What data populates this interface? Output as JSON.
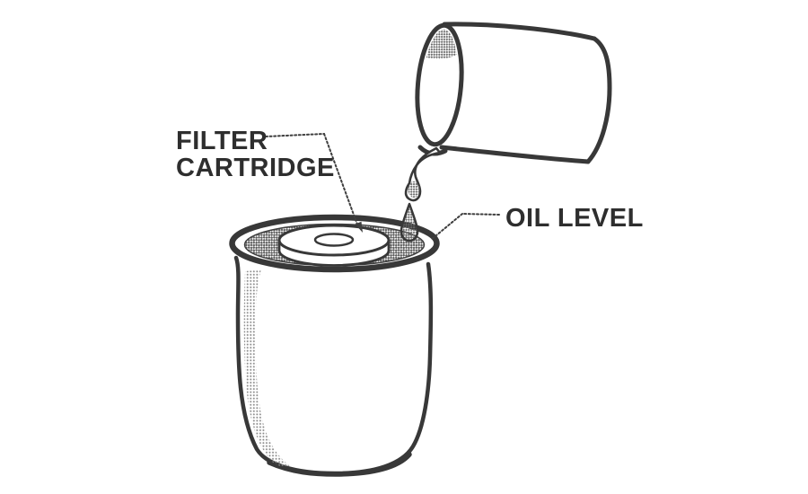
{
  "figure": {
    "type": "technical-line-illustration",
    "subject": "pre-filling an oil filter cartridge with oil before installation",
    "labels": {
      "filter_cartridge_line1": "FILTER",
      "filter_cartridge_line2": "CARTRIDGE",
      "oil_level": "OIL LEVEL"
    },
    "colors": {
      "background": "#ffffff",
      "ink": "#383838",
      "label_text": "#2e2e2e",
      "halftone_dark": "#595959",
      "halftone_medium": "#6a6a6a",
      "halftone_light": "#8a8a8a"
    }
  }
}
